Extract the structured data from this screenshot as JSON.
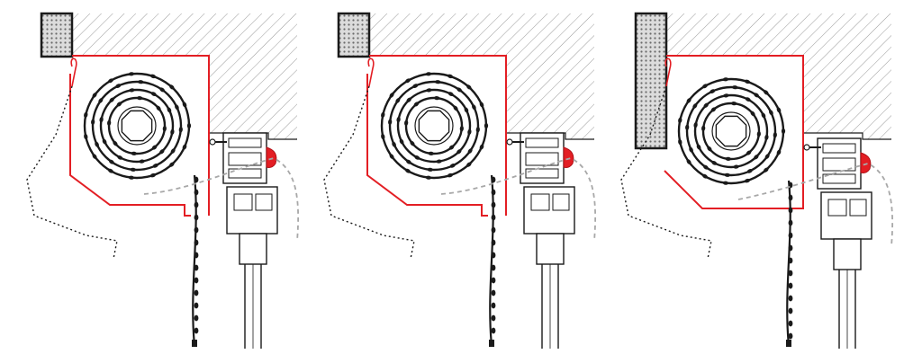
{
  "diagram": {
    "kind": "technical cross-section drawing",
    "panel_count": 3,
    "labels": [],
    "colors": {
      "background": "#ffffff",
      "line": "#1a1a1a",
      "accent_red": "#e31e24",
      "hatch": "#9a9a9a",
      "dashed_gray": "#a8a8a8",
      "insulation_fill": "#d9d9d9"
    },
    "panels": [
      {
        "id": "panel-1",
        "variant": "box-with-bottom-lip"
      },
      {
        "id": "panel-2",
        "variant": "box-with-bottom-lip"
      },
      {
        "id": "panel-3",
        "variant": "box-with-flush-edge"
      }
    ]
  }
}
